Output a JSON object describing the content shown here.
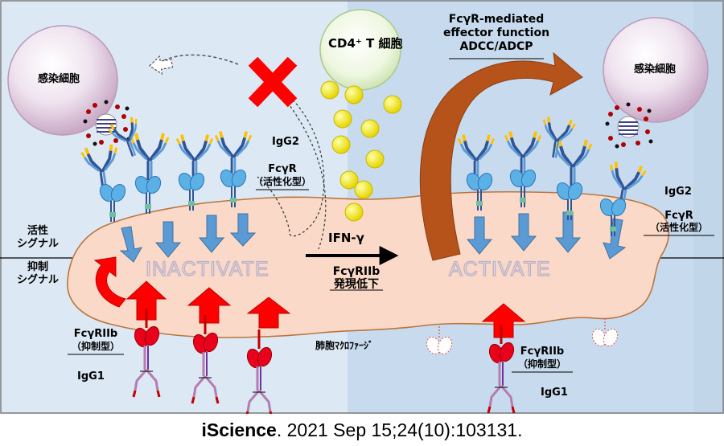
{
  "colors": {
    "left_bg": "#dce8f4",
    "right_bg": "#c2d6ea",
    "macrophage_fill": "#fbd9c8",
    "macrophage_stroke": "#b9763f",
    "blocked_red": "#ff0000",
    "arrow_blue": "#5b9bd5",
    "cytokine_yellow": "#f7f000",
    "effector_arrow": "#b5531b"
  },
  "labels": {
    "infected_cell_left": "感染細胞",
    "infected_cell_right": "感染細胞",
    "cd4_cell": "CD4⁺ T 細胞",
    "effector_title": "FcγR-mediated",
    "effector_line2": "effector function",
    "effector_line3": "ADCC/ADCP",
    "igg2_left": "IgG2",
    "fcgr_left_line1": "FcγR",
    "fcgr_left_line2": "（活性化型）",
    "igg2_right": "IgG2",
    "fcgr_right_line1": "FcγR",
    "fcgr_right_line2": "（活性化型）",
    "activating_signal_line1": "活性",
    "activating_signal_line2": "シグナル",
    "inhibitory_signal_line1": "抑制",
    "inhibitory_signal_line2": "シグナル",
    "inactivate": "INACTIVATE",
    "activate": "ACTIVATE",
    "ifn": "IFN-γ",
    "fcgr2b_center_line1": "FcγRIIb",
    "fcgr2b_center_line2": "発現低下",
    "fcgr2b_left_line1": "FcγRIIb",
    "fcgr2b_left_line2": "（抑制型）",
    "fcgr2b_right_line1": "FcγRIIb",
    "fcgr2b_right_line2": "（抑制型）",
    "igg1_left": "IgG1",
    "igg1_right": "IgG1",
    "macrophage": "肺胞ﾏｸﾛﾌｧｰｼﾞ"
  },
  "citation": {
    "journal": "iScience",
    "rest": ". 2021 Sep 15;24(10):103131."
  }
}
